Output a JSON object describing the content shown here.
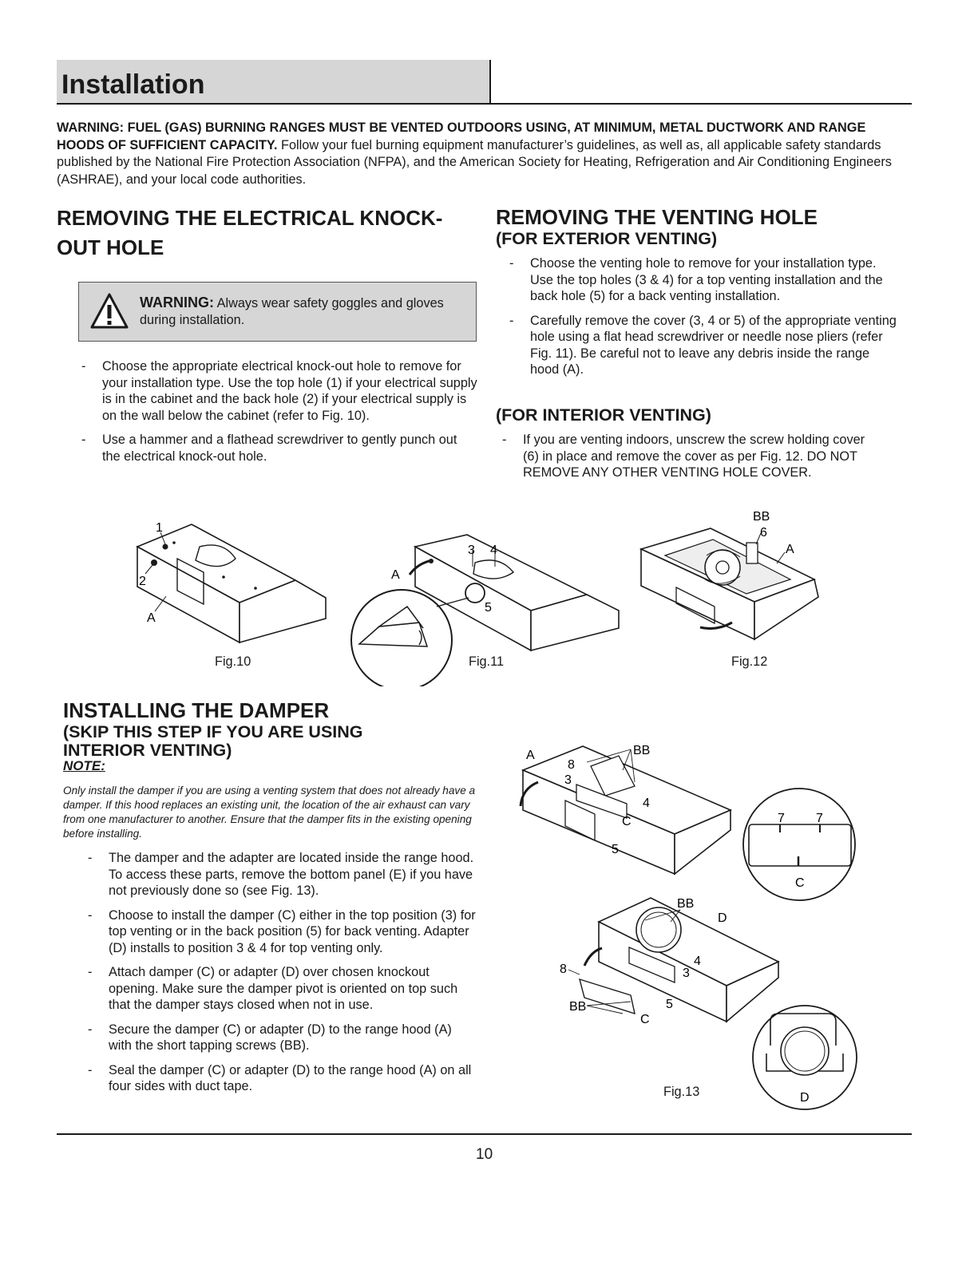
{
  "header": {
    "title": "Installation"
  },
  "intro": {
    "bold": "WARNING: FUEL (GAS) BURNING RANGES MUST BE VENTED OUTDOORS USING, AT MINIMUM, METAL DUCTWORK AND RANGE HOODS OF SUFFICIENT CAPACITY.",
    "text": " Follow your fuel burning equipment manufacturer’s guidelines, as well as, all applicable safety standards published by the National Fire Protection Association (NFPA), and the American Society for Heating, Refrigeration and Air Conditioning Engineers (ASHRAE), and your local code authorities."
  },
  "electrical": {
    "title_line1": "REMOVING THE ELECTRICAL KNOCK-",
    "title_line2": "OUT HOLE",
    "warning_label": "WARNING:",
    "warning_text": " Always wear safety goggles and gloves during installation.",
    "steps": [
      "Choose the appropriate electrical knock-out hole to remove for your installation type. Use the top hole (1) if your electrical supply is in the cabinet and the back hole (2) if your electrical supply is on the wall below the cabinet (refer to Fig. 10).",
      "Use a hammer and a flathead screwdriver to gently punch out the electrical knock-out hole."
    ]
  },
  "venting": {
    "title": "REMOVING THE VENTING HOLE",
    "exterior_subtitle": "(FOR EXTERIOR VENTING)",
    "exterior_steps": [
      "Choose the venting hole to remove for your installation type. Use the top holes (3 & 4) for a top venting installation and the back hole (5) for a back venting installation.",
      "Carefully remove the cover (3, 4 or 5) of the appropriate venting hole using a flat head screwdriver or needle nose pliers (refer Fig. 11). Be careful not to leave any debris inside the range hood (A)."
    ],
    "interior_subtitle": "(FOR INTERIOR VENTING)",
    "interior_steps": [
      "If you are venting indoors, unscrew the screw holding cover (6) in place and remove the cover as per Fig. 12. DO NOT REMOVE ANY OTHER VENTING HOLE COVER."
    ]
  },
  "figures": {
    "fig10": {
      "label": "Fig.10",
      "callouts": [
        "1",
        "2",
        "A"
      ]
    },
    "fig11": {
      "label": "Fig.11",
      "callouts": [
        "3",
        "4",
        "A",
        "5"
      ]
    },
    "fig12": {
      "label": "Fig.12",
      "callouts": [
        "BB",
        "6",
        "A"
      ]
    },
    "fig13": {
      "label": "Fig.13",
      "callouts": [
        "A",
        "BB",
        "8",
        "3",
        "4",
        "C",
        "5",
        "7",
        "7",
        "C",
        "BB",
        "D",
        "4",
        "3",
        "8",
        "BB",
        "5",
        "C",
        "D"
      ]
    }
  },
  "damper": {
    "title": "INSTALLING THE DAMPER",
    "subtitle_line1": "(SKIP THIS STEP IF YOU ARE USING",
    "subtitle_line2": "INTERIOR VENTING)",
    "note_head": "NOTE:",
    "note_text": "Only install the damper if you are using a venting system that does not already have a damper. If this hood replaces an existing unit, the location of the air exhaust can vary from one manufacturer to another. Ensure that the damper fits in the existing opening before installing.",
    "steps": [
      "The damper and the adapter are located inside the range hood. To access these parts, remove the bottom panel (E) if you have not previously done so (see Fig. 13).",
      "Choose to install the damper (C) either in the top position (3) for top venting or in the back position (5) for back venting. Adapter (D) installs to position 3 & 4 for top venting only.",
      "Attach damper (C) or adapter (D) over chosen knockout opening. Make sure the damper pivot is oriented on top such that the damper stays closed when not in use.",
      "Secure the damper (C) or adapter (D) to the range hood (A) with the short tapping screws (BB).",
      "Seal the damper (C) or adapter (D) to the range hood (A) on all four sides with duct tape."
    ]
  },
  "footer": {
    "page_number": "10"
  }
}
